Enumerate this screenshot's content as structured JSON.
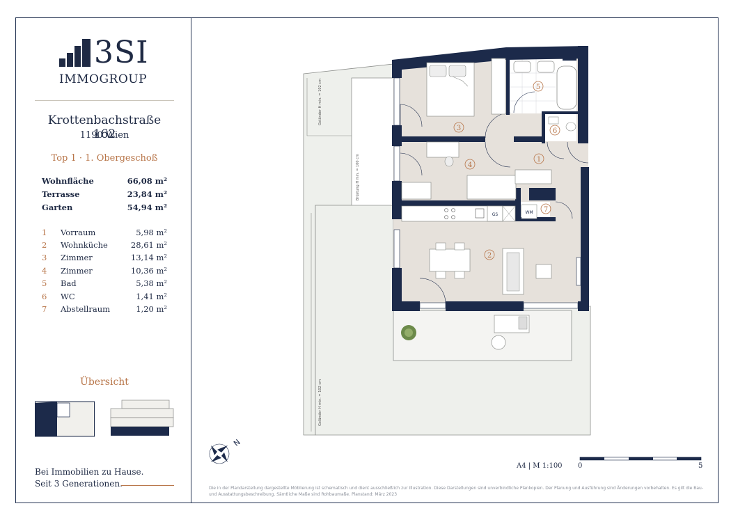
{
  "logo": {
    "brand": "3SI",
    "sub": "IMMOGROUP"
  },
  "address": {
    "street": "Krottenbachstraße 162",
    "city": "1190 Wien"
  },
  "unit": {
    "floor": "Top 1 · 1. Obergeschoß"
  },
  "areas": [
    {
      "label": "Wohnfläche",
      "value": "66,08 m²"
    },
    {
      "label": "Terrasse",
      "value": "23,84 m²"
    },
    {
      "label": "Garten",
      "value": "54,94 m²"
    }
  ],
  "rooms": [
    {
      "num": "1",
      "label": "Vorraum",
      "value": "5,98 m²"
    },
    {
      "num": "2",
      "label": "Wohnküche",
      "value": "28,61 m²"
    },
    {
      "num": "3",
      "label": "Zimmer",
      "value": "13,14 m²"
    },
    {
      "num": "4",
      "label": "Zimmer",
      "value": "10,36 m²"
    },
    {
      "num": "5",
      "label": "Bad",
      "value": "5,38 m²"
    },
    {
      "num": "6",
      "label": "WC",
      "value": "1,41 m²"
    },
    {
      "num": "7",
      "label": "Abstellraum",
      "value": "1,20 m²"
    }
  ],
  "overview": {
    "title": "Übersicht"
  },
  "tagline": {
    "line1": "Bei Immobilien zu Hause.",
    "line2": "Seit 3 Generationen."
  },
  "plan": {
    "railing_top": "Geländer H min. = 102 cm",
    "railing_mid": "Brüstung H min. = 100 cm",
    "railing_bottom": "Geländer H min. = 102 cm",
    "appliance_gs": "GS",
    "appliance_wm": "WM",
    "north": "N"
  },
  "scale": {
    "label": "A4 | M 1:100",
    "start": "0",
    "end": "5"
  },
  "footnote": "Die in der Plandarstellung dargestellte Möblierung ist schematisch und dient ausschließlich zur Illustration. Diese Darstellungen sind unverbindliche Plankopien. Der Planung und Ausführung sind Änderungen vorbehalten. Es gilt die Bau- und Ausstattungsbeschreibung. Sämtliche Maße sind Rohbaumaße. Planstand: März 2023",
  "colors": {
    "navy": "#1c2a4a",
    "accent": "#b8764a",
    "floor": "#e6e1db",
    "terrace": "#f0f0ee",
    "garden": "#eef0ec"
  }
}
